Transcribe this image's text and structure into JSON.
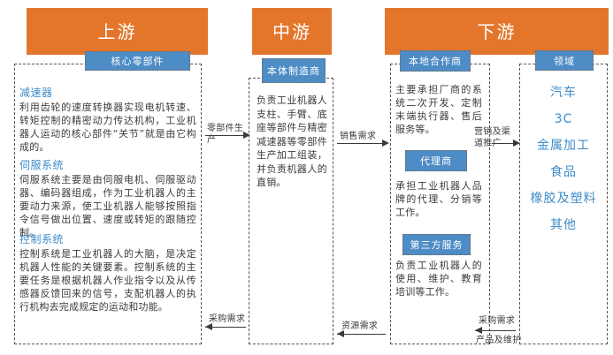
{
  "banners": {
    "upstream": "上游",
    "midstream": "中游",
    "downstream": "下游"
  },
  "chips": {
    "core_parts": "核心零部件",
    "body_maker": "本体制造商",
    "local_partner": "本地合作商",
    "agent": "代理商",
    "third_party": "第三方服务",
    "field": "领域"
  },
  "upstream": {
    "sections": [
      {
        "title": "减速器",
        "body": "利用齿轮的速度转换器实现电机转速、转矩控制的精密动力传达机构，工业机器人运动的核心部件“关节”就是由它构成的。"
      },
      {
        "title": "伺服系统",
        "body": "伺服系统主要是由伺服电机、伺服驱动器、编码器组成，作为工业机器人的主要动力来源，使工业机器人能够按照指令信号做出位置、速度或转矩的跟随控制。"
      },
      {
        "title": "控制系统",
        "body": "控制系统是工业机器人的大脑，是决定机器人性能的关键要素。控制系统的主要任务是根据机器人作业指令以及从传感器反馈回来的信号，支配机器人的执行机构去完成规定的运动和功能。"
      }
    ]
  },
  "midstream": {
    "body": "负责工业机器人支柱、手臂、底座等部件与精密减速器等零部件生产加工组装，并负责机器人的直销。"
  },
  "downstream": {
    "local_partner_body": "主要承担厂商的系统二次开发、定制末端执行器、售后服务等。",
    "agent_body": "承担工业机器人品牌的代理、分销等工作。",
    "third_party_body": "负责工业机器人的使用、维护、教育培训等工作。",
    "fields": [
      "汽车",
      "3C",
      "金属加工",
      "食品",
      "橡胶及塑料",
      "其他"
    ]
  },
  "connectors": {
    "parts_production": "零部件生产",
    "sales_demand": "销售需求",
    "marketing_channel": "营销及渠道推广",
    "procurement_demand_left": "采购需求",
    "resource_demand": "资源需求",
    "procurement_demand_right": "采购需求",
    "product_maintenance": "产品及维护"
  },
  "colors": {
    "banner_orange": "#E4762B",
    "chip_blue": "#4E8CC6",
    "heading_blue": "#3E8CC8",
    "body_text": "#3b3b3b",
    "frame_dash": "#555555"
  }
}
